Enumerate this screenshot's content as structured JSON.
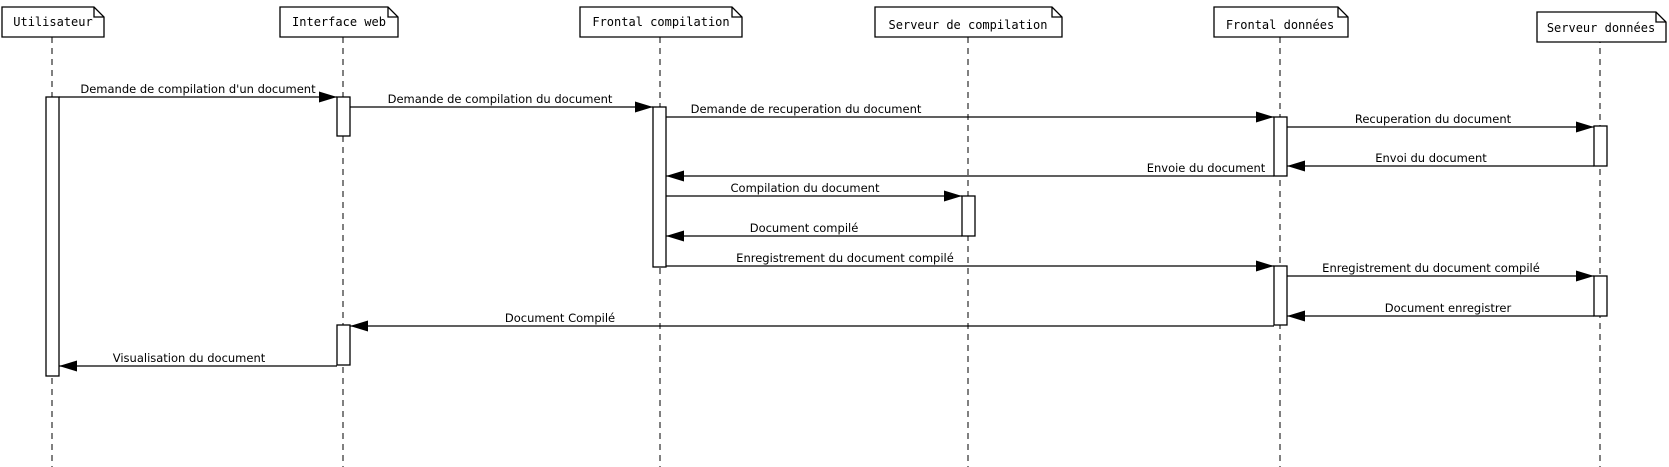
{
  "participants": [
    "Utilisateur",
    "Interface web",
    "Frontal compilation",
    "Serveur de compilation",
    "Frontal données",
    "Serveur données"
  ],
  "messages": [
    "Demande de compilation d'un document",
    "Demande de compilation du document",
    "Demande de recuperation du document",
    "Recuperation du document",
    "Envoi du document",
    "Envoie du document",
    "Compilation du document",
    "Document compilé",
    "Enregistrement du document compilé",
    "Enregistrement du document compilé",
    "Document enregistrer",
    "Document Compilé",
    "Visualisation du document"
  ]
}
